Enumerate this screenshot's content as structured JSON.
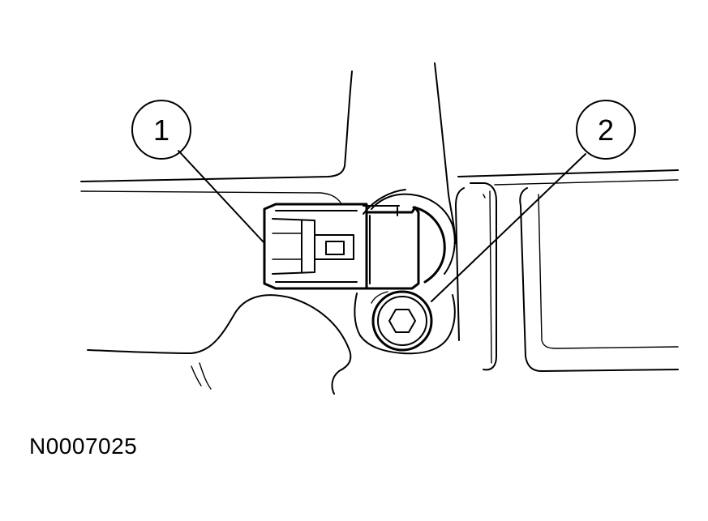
{
  "callouts": [
    {
      "id": "1",
      "label": "1"
    },
    {
      "id": "2",
      "label": "2"
    }
  ],
  "figure_code": "N0007025",
  "colors": {
    "ink": "#000000",
    "background": "#ffffff"
  }
}
